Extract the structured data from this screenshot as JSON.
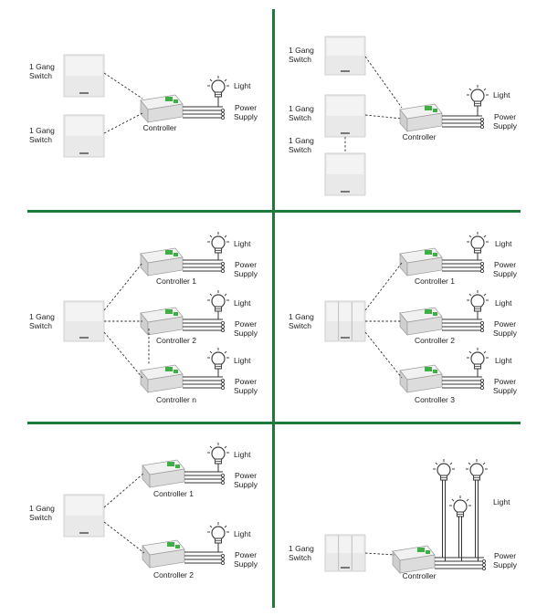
{
  "colors": {
    "separator": "#1e7a3c",
    "controller_accent": "#3cb043",
    "switch_face": "#e9e9e9",
    "wire": "#333333"
  },
  "panels": [
    {
      "id": "p1",
      "switches": [
        "1 Gang\nSwitch",
        "1 Gang\nSwitch"
      ],
      "controllers": [
        "Controller"
      ],
      "light": "Light",
      "power": "Power\nSupply"
    },
    {
      "id": "p2",
      "switches": [
        "1 Gang\nSwitch",
        "1 Gang\nSwitch",
        "1 Gang\nSwitch"
      ],
      "controllers": [
        "Controller"
      ],
      "light": "Light",
      "power": "Power\nSupply"
    },
    {
      "id": "p3",
      "switches": [
        "1 Gang\nSwitch"
      ],
      "controllers": [
        "Controller 1",
        "Controller 2",
        "Controller n"
      ],
      "light": "Light",
      "power": "Power\nSupply"
    },
    {
      "id": "p4",
      "switches": [
        "1 Gang\nSwitch"
      ],
      "controllers": [
        "Controller 1",
        "Controller 2",
        "Controller 3"
      ],
      "light": "Light",
      "power": "Power\nSupply"
    },
    {
      "id": "p5",
      "switches": [
        "1 Gang\nSwitch"
      ],
      "controllers": [
        "Controller 1",
        "Controller 2"
      ],
      "light": "Light",
      "power": "Power\nSupply"
    },
    {
      "id": "p6",
      "switches": [
        "1 Gang\nSwitch"
      ],
      "controllers": [
        "Controller"
      ],
      "light": "Light",
      "power": "Power\nSupply"
    }
  ]
}
